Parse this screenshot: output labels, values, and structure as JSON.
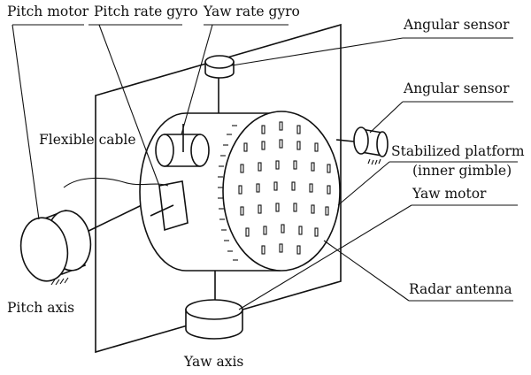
{
  "labels": {
    "pitch_motor": "Pitch motor",
    "pitch_rate_gyro": "Pitch rate gyro",
    "yaw_rate_gyro": "Yaw rate gyro",
    "angular_sensor_top": "Angular sensor",
    "angular_sensor_right": "Angular sensor",
    "flexible_cable": "Flexible cable",
    "stabilized_platform": "Stabilized platform",
    "inner_gimble": "(inner gimble)",
    "yaw_motor": "Yaw motor",
    "radar_antenna": "Radar antenna",
    "pitch_axis": "Pitch axis",
    "yaw_axis": "Yaw axis"
  },
  "colors": {
    "ink": "#111111",
    "background": "#ffffff"
  }
}
